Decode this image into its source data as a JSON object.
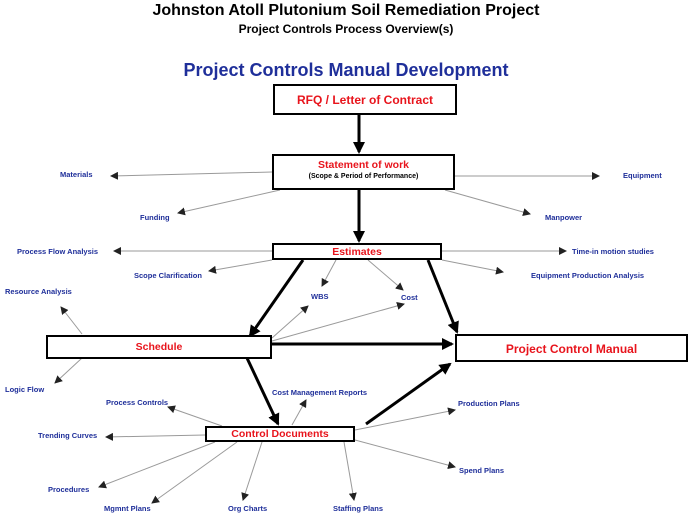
{
  "header": {
    "title": "Johnston Atoll Plutonium Soil Remediation Project",
    "subtitle": "Project Controls Process Overview(s)",
    "section_title": "Project Controls Manual Development"
  },
  "boxes": {
    "rfq": "RFQ / Letter of Contract",
    "sow": "Statement of work",
    "sow_sub": "(Scope & Period of Performance)",
    "estimates": "Estimates",
    "schedule": "Schedule",
    "pcm": "Project Control Manual",
    "control_docs": "Control Documents"
  },
  "labels": {
    "materials": "Materials",
    "equipment": "Equipment",
    "funding": "Funding",
    "manpower": "Manpower",
    "process_flow": "Process Flow Analysis",
    "time_motion": "Time-in motion studies",
    "scope_clar": "Scope Clarification",
    "equip_prod": "Equipment Production Analysis",
    "wbs": "WBS",
    "cost": "Cost",
    "resource": "Resource Analysis",
    "logic_flow": "Logic Flow",
    "process_controls": "Process Controls",
    "cost_mgmt": "Cost Management Reports",
    "production_plans": "Production Plans",
    "trending": "Trending Curves",
    "spend_plans": "Spend Plans",
    "procedures": "Procedures",
    "mgmnt_plans": "Mgmnt Plans",
    "org_charts": "Org Charts",
    "staffing_plans": "Staffing Plans"
  },
  "colors": {
    "title_blue": "#1f2f9a",
    "box_red": "#e8141c"
  }
}
